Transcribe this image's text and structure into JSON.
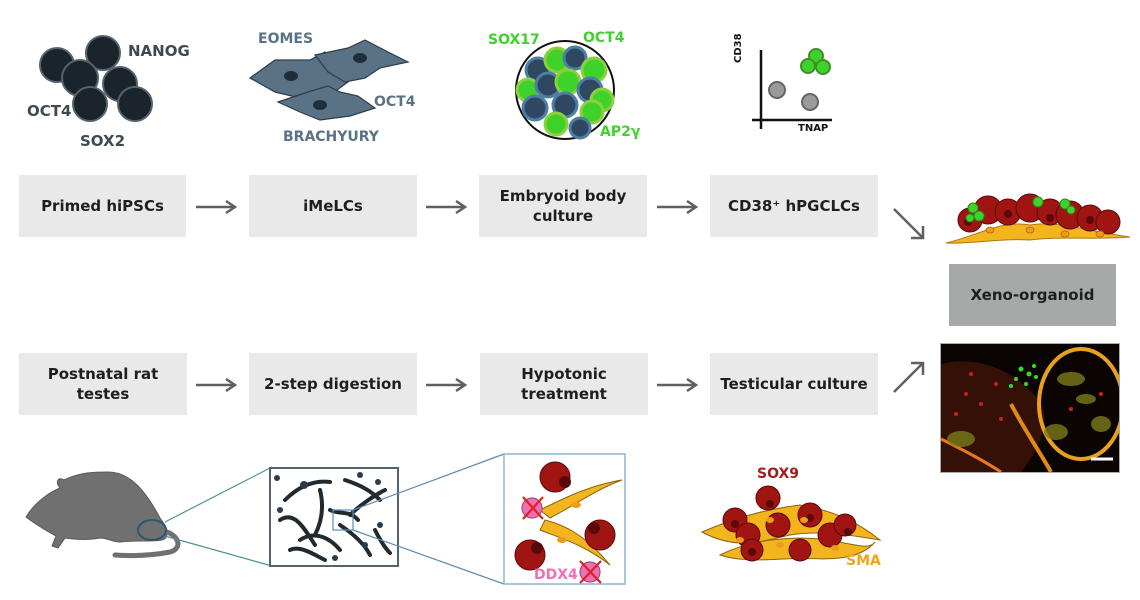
{
  "colors": {
    "box_bg": "#e8e9e8",
    "xeno_box_bg": "#a7a9a8",
    "arrow": "#5f6060",
    "marker_dark": "#3e4a52",
    "marker_slate": "#50677a",
    "marker_green": "#3ed22a",
    "germ_pink": "#ee6fb4",
    "sox9_red": "#a51a1a",
    "sma_orange": "#f3a21a"
  },
  "top_row": {
    "steps": [
      {
        "label": "Primed hiPSCs"
      },
      {
        "label": "iMeLCs"
      },
      {
        "label": "Embryoid body culture"
      },
      {
        "label": "CD38⁺ hPGCLCs"
      }
    ],
    "illustrations": {
      "hipsc": {
        "markers": [
          "NANOG",
          "OCT4",
          "SOX2"
        ]
      },
      "imelc": {
        "markers": [
          "EOMES",
          "OCT4",
          "BRACHYURY"
        ]
      },
      "embryoid_body": {
        "markers": [
          "SOX17",
          "OCT4",
          "AP2γ"
        ]
      },
      "facs_plot": {
        "y_axis": "CD38",
        "x_axis": "TNAP"
      }
    }
  },
  "bottom_row": {
    "steps": [
      {
        "label": "Postnatal rat testes"
      },
      {
        "label": "2-step digestion"
      },
      {
        "label": "Hypotonic treatment"
      },
      {
        "label": "Testicular culture"
      }
    ],
    "illustrations": {
      "hypotonic": {
        "marker": "DDX4"
      },
      "culture": {
        "markers": [
          "SOX9",
          "SMA"
        ]
      }
    }
  },
  "result": {
    "label": "Xeno-organoid"
  }
}
